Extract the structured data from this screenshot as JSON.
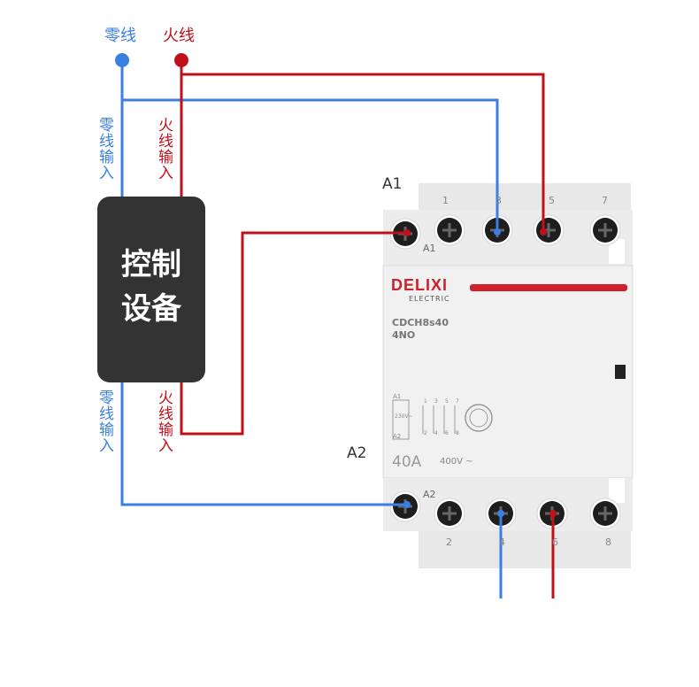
{
  "top_labels": {
    "neutral": "零线",
    "live": "火线"
  },
  "side_labels": {
    "neutral_in_top": "零线输入",
    "live_in_top": "火线输入",
    "neutral_in_bottom": "零线输入",
    "live_in_bottom": "火线输入"
  },
  "control_device": {
    "line1": "控制",
    "line2": "设备"
  },
  "coil_labels": {
    "a1": "A1",
    "a2": "A2"
  },
  "contactor": {
    "brand": "DELIXI",
    "brand_sub": "ELECTRIC",
    "model": "CDCH8s40",
    "poles": "4NO",
    "current": "40A",
    "voltage": "400V ~",
    "coil_voltage": "230V~",
    "top_terminals": [
      "1",
      "3",
      "5",
      "7"
    ],
    "bottom_terminals": [
      "2",
      "4",
      "6",
      "8"
    ],
    "terminal_a1": "A1",
    "terminal_a2": "A2",
    "schematic_top": [
      "1",
      "3",
      "5",
      "7"
    ],
    "schematic_bottom": [
      "2",
      "4",
      "6",
      "8"
    ]
  },
  "colors": {
    "neutral": "#3b7fe0",
    "live": "#c0101a",
    "device": "#333333",
    "brand": "#d0202a"
  },
  "icons": [
    "screw-terminal-icon",
    "ccc-mark-icon"
  ]
}
